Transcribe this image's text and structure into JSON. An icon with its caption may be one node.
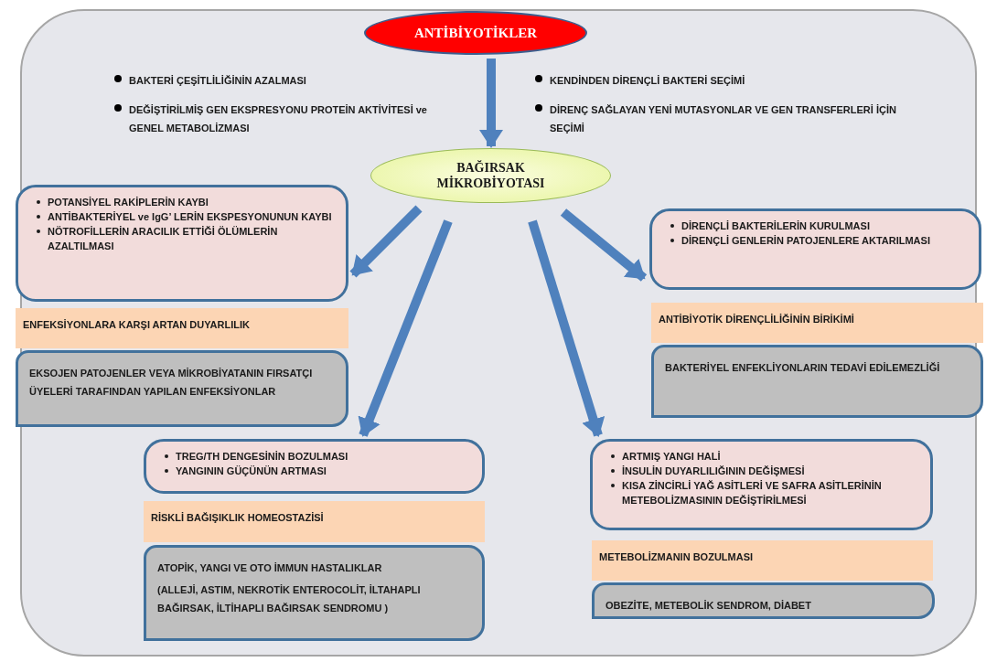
{
  "diagram": {
    "nodes": [
      {
        "text": [
          "ANTİBİYOTİKLER"
        ]
      },
      {
        "text": [
          "BAĞIRSAK MİKROBİYOTASI"
        ]
      },
      {
        "text": [
          "POTANSİYEL RAKİPLERİN KAYBI",
          "ANTİBAKTERİYEL ve IgG’ LERİN EKSPESYONUNUN KAYBI",
          "NÖTROFİLLERİN ARACILIK ETTİĞİ ÖLÜMLERİN AZALTILMASI"
        ]
      },
      {
        "text": [
          "ENFEKSİYONLARA KARŞI ARTAN DUYARLILIK"
        ]
      },
      {
        "text": [
          "EKSOJEN PATOJENLER VEYA MİKROBİYATANIN FIRSATÇI ÜYELERİ TARAFINDAN YAPILAN ENFEKSİYONLAR"
        ]
      },
      {
        "text": [
          "DİRENÇLİ BAKTERİLERİN KURULMASI",
          "DİRENÇLİ GENLERİN PATOJENLERE AKTARILMASI"
        ]
      },
      {
        "text": [
          "ANTİBİYOTİK DİRENÇLİLİĞİNİN BİRİKİMİ"
        ]
      },
      {
        "text": [
          "BAKTERİYEL ENFEKLİYONLARIN TEDAVİ EDİLEMEZLİĞİ"
        ]
      },
      {
        "text": [
          "TREG/TH DENGESİNİN BOZULMASI",
          "YANGININ GÜÇÜNÜN ARTMASI"
        ]
      },
      {
        "text": [
          "RİSKLİ BAĞIŞIKLIK HOMEOSTAZİSİ"
        ]
      },
      {
        "text": [
          "ATOPİK, YANGI VE OTO İMMUN HASTALIKLAR",
          "(ALLEJİ, ASTIM, NEKROTİK ENTEROCOLİT, İLTAHAPLI BAĞIRSAK, İLTİHAPLI BAĞIRSAK SENDROMU )"
        ]
      },
      {
        "text": [
          "ARTMIŞ YANGI HALİ",
          "İNSULİN DUYARLILIĞININ DEĞİŞMESİ",
          "KISA ZİNCİRLİ YAĞ ASİTLERİ VE SAFRA ASİTLERİNİN METEBOLİZMASININ DEĞİŞTİRİLMESİ"
        ]
      },
      {
        "text": [
          "METEBOLİZMANIN BOZULMASI"
        ]
      },
      {
        "text": [
          "OBEZİTE, METEBOLİK SENDROM, DİABET"
        ]
      }
    ],
    "edges": [
      {
        "from": 0,
        "to": 1,
        "arrow": "to"
      },
      {
        "from": 1,
        "to": 2,
        "arrow": "to"
      },
      {
        "from": 1,
        "to": 8,
        "arrow": "to"
      },
      {
        "from": 1,
        "to": 11,
        "arrow": "to"
      },
      {
        "from": 1,
        "to": 5,
        "arrow": "to"
      }
    ],
    "labels": [
      "BAKTERİ ÇEŞİTLİLİĞİNİN AZALMASI",
      "DEĞİŞTİRİLMİŞ GEN EKSPRESYONU PROTEİN AKTİVİTESİ ve GENEL METABOLİZMASI",
      "KENDİNDEN DİRENÇLİ BAKTERİ SEÇİMİ",
      "DİRENÇ SAĞLAYAN YENİ MUTASYONLAR VE GEN TRANSFERLERİ İÇİN SEÇİMİ"
    ]
  }
}
